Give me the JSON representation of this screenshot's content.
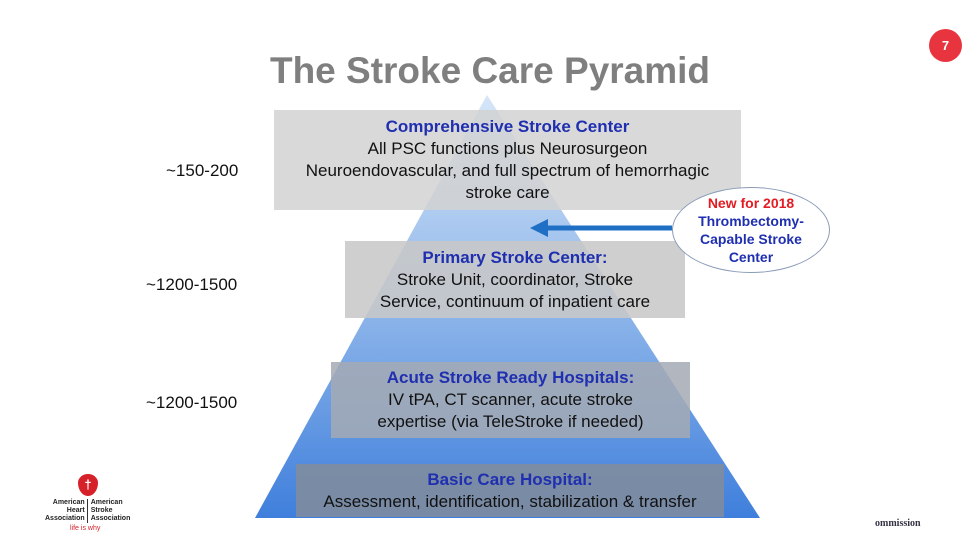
{
  "slide": {
    "title": "The Stroke Care Pyramid",
    "page_number": "7"
  },
  "levels": [
    {
      "count": "~150-200",
      "heading": "Comprehensive Stroke Center",
      "lines": [
        "All PSC functions plus Neurosurgeon",
        "Neuroendovascular, and full spectrum of hemorrhagic",
        "stroke care"
      ]
    },
    {
      "count": "~1200-1500",
      "heading": "Primary Stroke Center:",
      "lines": [
        "Stroke Unit, coordinator, Stroke",
        "Service, continuum of inpatient care"
      ]
    },
    {
      "count": "~1200-1500",
      "heading": "Acute Stroke Ready Hospitals:",
      "lines": [
        "IV tPA, CT scanner, acute stroke",
        "expertise (via TeleStroke if needed)"
      ]
    },
    {
      "heading": "Basic Care Hospital:",
      "lines": [
        "Assessment, identification, stabilization & transfer"
      ]
    }
  ],
  "callout": {
    "new_label": "New for 2018",
    "lines": [
      "Thrombectomy-",
      "Capable Stroke",
      "Center"
    ]
  },
  "logo": {
    "left": [
      "American",
      "Heart",
      "Association"
    ],
    "right": [
      "American",
      "Stroke",
      "Association"
    ],
    "tagline": "life is why"
  },
  "footer_text": "ommission",
  "colors": {
    "accent_red": "#e8343f",
    "heading_blue": "#1f2fb0",
    "pyramid_top": "#cfe0f5",
    "pyramid_bottom": "#3f7fdc"
  }
}
